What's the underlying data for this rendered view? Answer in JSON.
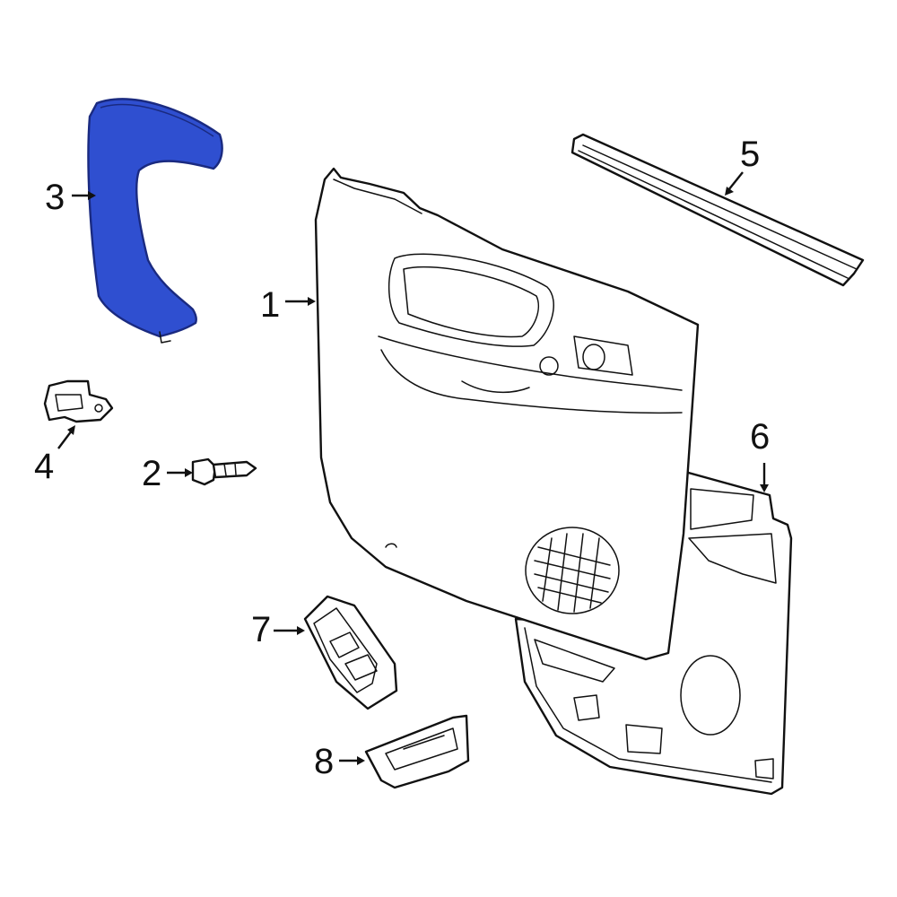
{
  "callouts": {
    "c1": "1",
    "c2": "2",
    "c3": "3",
    "c4": "4",
    "c5": "5",
    "c6": "6",
    "c7": "7",
    "c8": "8"
  },
  "colors": {
    "highlight": "#2f4fd0",
    "highlight_stroke": "#1a2a80",
    "line": "#111111",
    "background": "#ffffff"
  }
}
